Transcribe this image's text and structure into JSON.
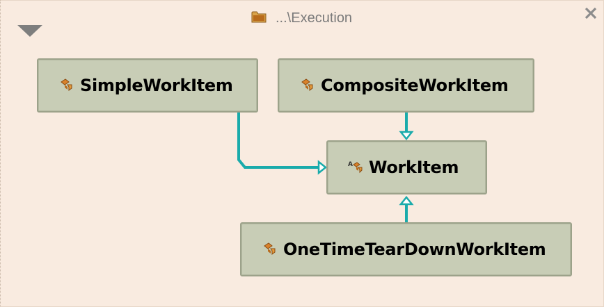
{
  "header": {
    "path": "...\\Execution",
    "folder_icon": "folder-icon",
    "close_icon": "close-icon",
    "collapse_icon": "chevron-down-icon"
  },
  "nodes": {
    "simple": {
      "label": "SimpleWorkItem",
      "icon": "class-icon"
    },
    "composite": {
      "label": "CompositeWorkItem",
      "icon": "class-icon"
    },
    "workitem": {
      "label": "WorkItem",
      "icon": "abstract-class-icon"
    },
    "onetime": {
      "label": "OneTimeTearDownWorkItem",
      "icon": "class-icon"
    }
  },
  "edges": [
    {
      "from": "SimpleWorkItem",
      "to": "WorkItem",
      "type": "inheritance"
    },
    {
      "from": "CompositeWorkItem",
      "to": "WorkItem",
      "type": "inheritance"
    },
    {
      "from": "OneTimeTearDownWorkItem",
      "to": "WorkItem",
      "type": "inheritance"
    }
  ],
  "colors": {
    "background": "#f9ebe0",
    "node_fill": "#c8cdb6",
    "node_border": "#9ca28a",
    "connector": "#1aabab",
    "icon_orange": "#d9822b"
  }
}
